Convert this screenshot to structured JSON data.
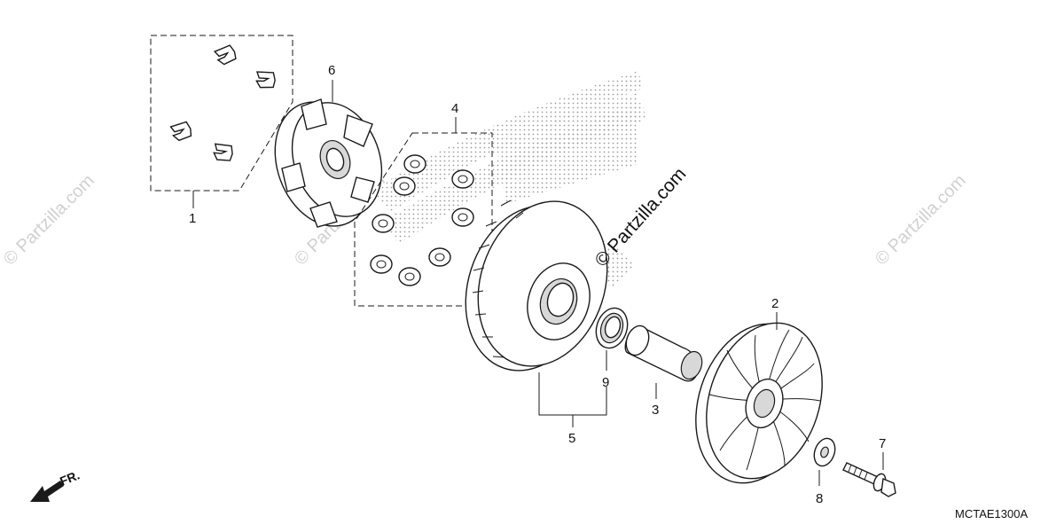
{
  "diagram": {
    "callouts": [
      "1",
      "2",
      "3",
      "4",
      "5",
      "6",
      "7",
      "8",
      "9"
    ],
    "watermark_main": "© Partzilla.com",
    "watermark_faint": "© Partzilla.com",
    "direction_label": "FR.",
    "diagram_code": "MCTAE1300A"
  },
  "colors": {
    "line": "#1a1a1a",
    "watermark_faint": "#d0d0d0",
    "background": "#ffffff"
  }
}
